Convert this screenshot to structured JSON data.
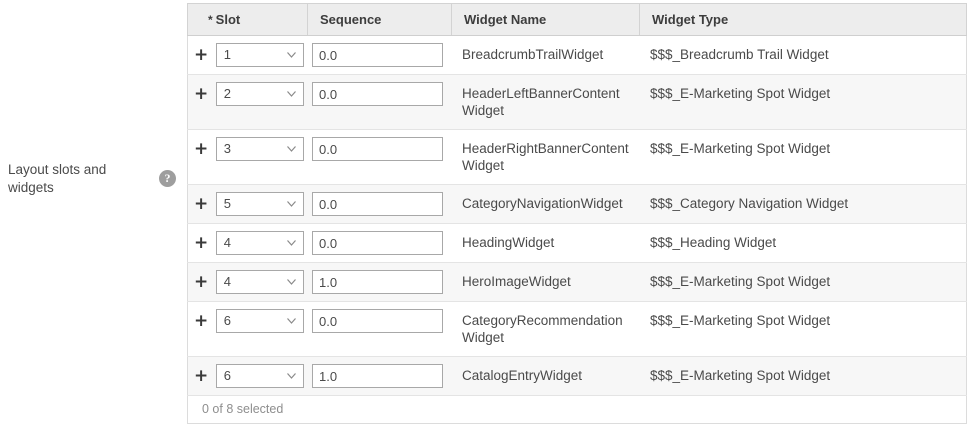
{
  "field": {
    "label": "Layout slots and widgets",
    "help_icon": "help-circle-icon",
    "help_glyph": "?"
  },
  "table": {
    "columns": [
      {
        "key": "slot",
        "label": "Slot",
        "required": true,
        "required_marker": "*"
      },
      {
        "key": "sequence",
        "label": "Sequence",
        "required": false
      },
      {
        "key": "widget_name",
        "label": "Widget Name",
        "required": false
      },
      {
        "key": "widget_type",
        "label": "Widget Type",
        "required": false
      }
    ],
    "expand_glyph": "+",
    "rows": [
      {
        "slot": "1",
        "sequence": "0.0",
        "widget_name": "BreadcrumbTrailWidget",
        "widget_type": "$$$_Breadcrumb Trail Widget"
      },
      {
        "slot": "2",
        "sequence": "0.0",
        "widget_name": "HeaderLeftBannerContentWidget",
        "widget_type": "$$$_E-Marketing Spot Widget"
      },
      {
        "slot": "3",
        "sequence": "0.0",
        "widget_name": "HeaderRightBannerContentWidget",
        "widget_type": "$$$_E-Marketing Spot Widget"
      },
      {
        "slot": "5",
        "sequence": "0.0",
        "widget_name": "CategoryNavigationWidget",
        "widget_type": "$$$_Category Navigation Widget"
      },
      {
        "slot": "4",
        "sequence": "0.0",
        "widget_name": "HeadingWidget",
        "widget_type": "$$$_Heading Widget"
      },
      {
        "slot": "4",
        "sequence": "1.0",
        "widget_name": "HeroImageWidget",
        "widget_type": "$$$_E-Marketing Spot Widget"
      },
      {
        "slot": "6",
        "sequence": "0.0",
        "widget_name": "CategoryRecommendationWidget",
        "widget_type": "$$$_E-Marketing Spot Widget"
      },
      {
        "slot": "6",
        "sequence": "1.0",
        "widget_name": "CatalogEntryWidget",
        "widget_type": "$$$_E-Marketing Spot Widget"
      }
    ],
    "footer": {
      "selection_status": "0 of 8 selected",
      "selected_count": 0,
      "total_count": 8
    }
  },
  "colors": {
    "header_bg": "#ededed",
    "row_alt_bg": "#f7f7f7",
    "border": "#dcdcdc",
    "text": "#4a4a4a",
    "muted_text": "#8e8e8e",
    "help_icon_bg": "#9e9e9e"
  }
}
